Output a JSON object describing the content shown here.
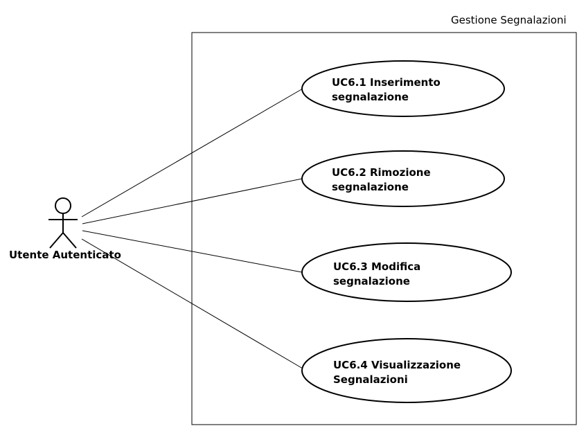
{
  "system": {
    "title": "Gestione Segnalazioni"
  },
  "actor": {
    "label": "Utente Autenticato"
  },
  "use_cases": [
    {
      "line1": "UC6.1 Inserimento",
      "line2": "segnalazione"
    },
    {
      "line1": "UC6.2 Rimozione",
      "line2": "segnalazione"
    },
    {
      "line1": "UC6.3 Modifica",
      "line2": "segnalazione"
    },
    {
      "line1": "UC6.4 Visualizzazione",
      "line2": "Segnalazioni"
    }
  ]
}
